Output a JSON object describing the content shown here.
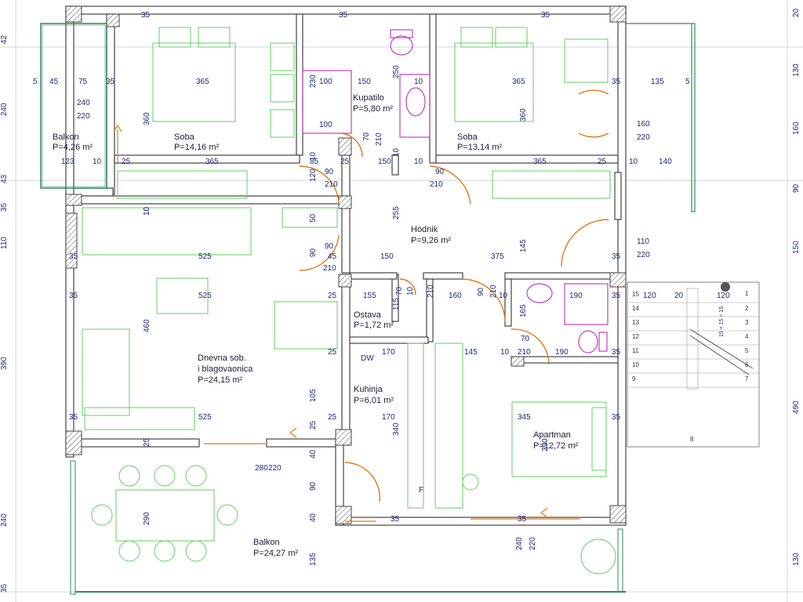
{
  "rooms": {
    "balkon_small": {
      "name": "Balkon",
      "area": "P=4,26 m²"
    },
    "soba_left": {
      "name": "Soba",
      "area": "P=14,16 m²"
    },
    "kupatilo": {
      "name": "Kupatilo",
      "area": "P=5,80 m²"
    },
    "soba_right": {
      "name": "Soba",
      "area": "P=13,14 m²"
    },
    "hodnik": {
      "name": "Hodnik",
      "area": "P=9,26 m²"
    },
    "ostava": {
      "name": "Ostava",
      "area": "P=1,72 m²"
    },
    "dnevna": {
      "name1": "Dnevna sob.",
      "name2": "i blagovaonica",
      "area": "P=24,15 m²"
    },
    "kuhinja": {
      "name": "Kuhinja",
      "area": "P=6,01 m²"
    },
    "apartman": {
      "name": "Apartman",
      "area": "P=12,72 m²"
    },
    "balkon_large": {
      "name": "Balkon",
      "area": "P=24,27 m²"
    }
  },
  "dims": {
    "top_35_a": "35",
    "top_35_b": "35",
    "top_35_c": "35",
    "bk_5": "5",
    "bk_45": "45",
    "bk_75": "75",
    "bk_35": "35",
    "bk_240": "240",
    "bk_220": "220",
    "bk_123": "123",
    "bk_10": "10",
    "bk_25": "25",
    "sl_365": "365",
    "sl_360": "360",
    "sl_365b": "365",
    "ku_230": "230",
    "ku_100a": "100",
    "ku_150": "150",
    "ku_250": "250",
    "ku_10": "10",
    "ku_100b": "100",
    "ku_70": "70",
    "ku_210": "210",
    "ku_10b": "10",
    "sr_365": "365",
    "sr_360": "360",
    "sr_365b": "365",
    "sr_25": "25",
    "sr_35": "35",
    "rt_35": "35",
    "rt_135": "135",
    "rt_5": "5",
    "rt_160": "160",
    "rt_220": "220",
    "rt_10": "10",
    "rt_140": "140",
    "rt_110": "110",
    "rt_220b": "220",
    "rt_35b": "35",
    "h_85": "85",
    "h_25": "25",
    "h_150": "150",
    "h_10": "10",
    "h_10b": "10",
    "h_90a": "90",
    "h_210a": "210",
    "h_120": "120",
    "h_10c": "10",
    "h_90b": "90",
    "h_210b": "210",
    "h_255": "255",
    "h_50": "50",
    "h_145": "145",
    "h_90c": "90",
    "h_45": "45",
    "h_150b": "150",
    "h_375": "375",
    "h_90d": "90",
    "h_210c": "210",
    "d_10": "10",
    "d_35a": "35",
    "d_525a": "525",
    "d_35b": "35",
    "d_525b": "525",
    "d_460": "460",
    "d_25a": "25",
    "d_25b": "25",
    "d_35c": "35",
    "d_525c": "525",
    "d_35d": "35",
    "d_105": "105",
    "d_25c": "25",
    "d_25d": "25",
    "o_155": "155",
    "o_115": "115",
    "o_70": "70",
    "o_10": "10",
    "o_210": "210",
    "o_160": "160",
    "o_90": "90",
    "o_210b": "210",
    "o_10b": "10",
    "k_170a": "170",
    "k_170b": "170",
    "k_340": "340",
    "k_dw": "DW",
    "k_25": "25",
    "k_f": "F",
    "a_190a": "190",
    "a_35a": "35",
    "a_165": "165",
    "a_70": "70",
    "a_145": "145",
    "a_10a": "10",
    "a_210": "210",
    "a_190b": "190",
    "a_35b": "35",
    "a_345": "345",
    "a_290": "290",
    "a_35c": "35",
    "a_35d": "35",
    "a_35e": "35",
    "b_280": "280",
    "b_220": "220",
    "b_40a": "40",
    "b_90": "90",
    "b_40b": "40",
    "b_290": "290",
    "b_135": "135",
    "b_240": "240",
    "b_220b": "220",
    "st_120a": "120",
    "st_20": "20",
    "st_120b": "120",
    "st_15": "15",
    "st_14": "14",
    "st_13": "13",
    "st_12": "12",
    "st_11": "11",
    "st_10": "10",
    "st_9": "9",
    "st_1": "1",
    "st_2": "2",
    "st_3": "3",
    "st_4": "4",
    "st_5": "5",
    "st_6": "6",
    "st_7": "7",
    "st_8": "8",
    "st_label": "15 × 15 = 15 ·",
    "left_42": "42",
    "left_240": "240",
    "left_43": "43",
    "left_35a": "35",
    "left_110": "110",
    "left_390": "390",
    "left_240b": "240",
    "left_35b": "35",
    "right_20": "20",
    "right_130": "130",
    "right_160": "160",
    "right_90": "90",
    "right_150": "150",
    "right_490": "490",
    "right_130b": "130"
  }
}
